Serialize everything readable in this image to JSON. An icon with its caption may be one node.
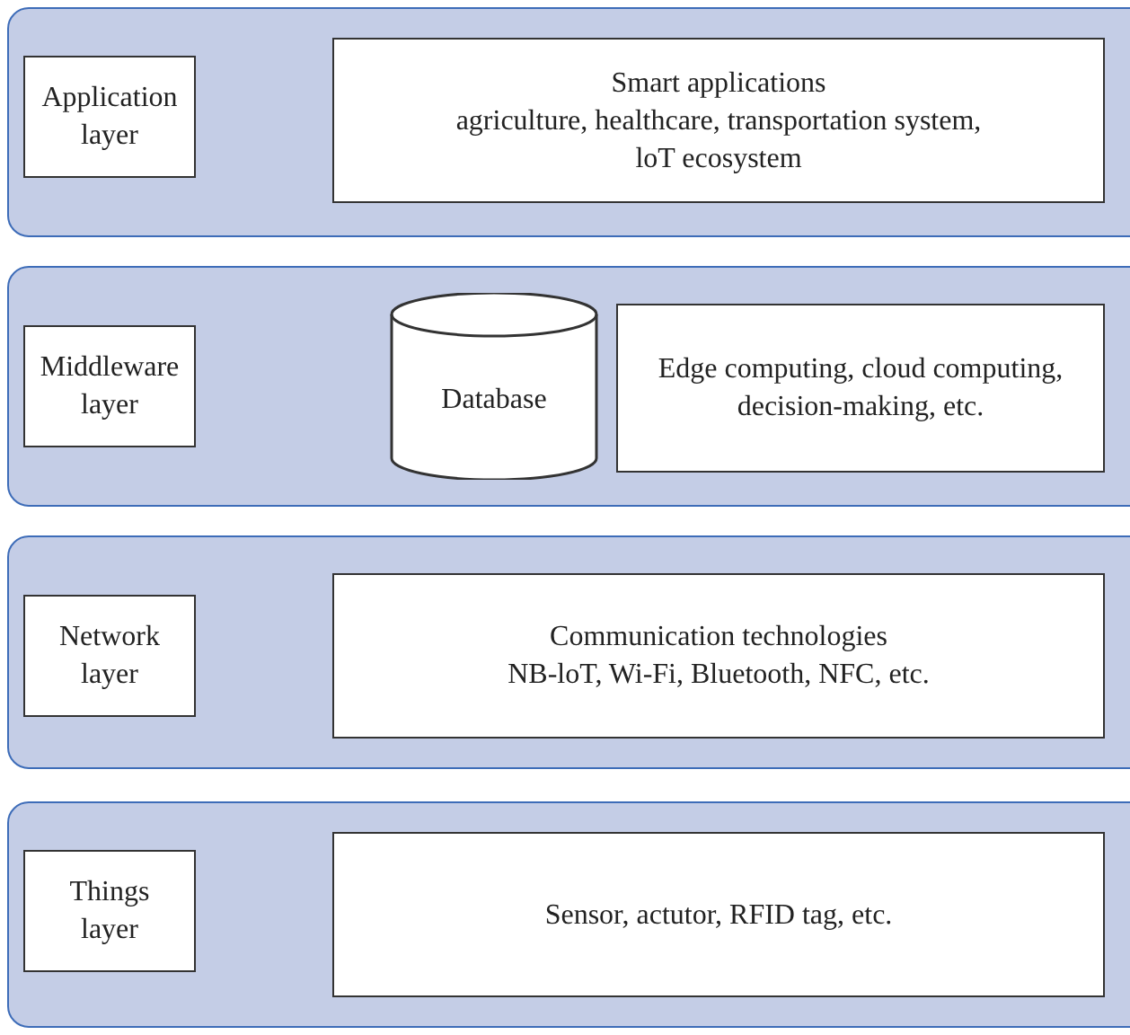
{
  "diagram": {
    "nodes": [
      {
        "text": [],
        "shape": "band"
      },
      {
        "text": [
          "Application layer"
        ],
        "in": 0
      },
      {
        "text": [
          "Smart applications",
          "agriculture, healthcare, transportation system, loT ecosystem"
        ],
        "in": 0
      },
      {
        "text": [],
        "shape": "band"
      },
      {
        "text": [
          "Middleware layer"
        ],
        "in": 3
      },
      {
        "text": [
          "Database"
        ],
        "in": 3
      },
      {
        "text": [
          "Edge computing, cloud computing, decision-making, etc."
        ],
        "in": 3
      },
      {
        "text": [],
        "shape": "band"
      },
      {
        "text": [
          "Network layer"
        ],
        "in": 7
      },
      {
        "text": [
          "Communication technologies",
          "NB-loT, Wi-Fi, Bluetooth, NFC, etc."
        ],
        "in": 7
      },
      {
        "text": [],
        "shape": "band"
      },
      {
        "text": [
          "Things layer"
        ],
        "in": 10
      },
      {
        "text": [
          "Sensor, actutor, RFID tag, etc."
        ],
        "in": 10
      }
    ],
    "edges": []
  }
}
